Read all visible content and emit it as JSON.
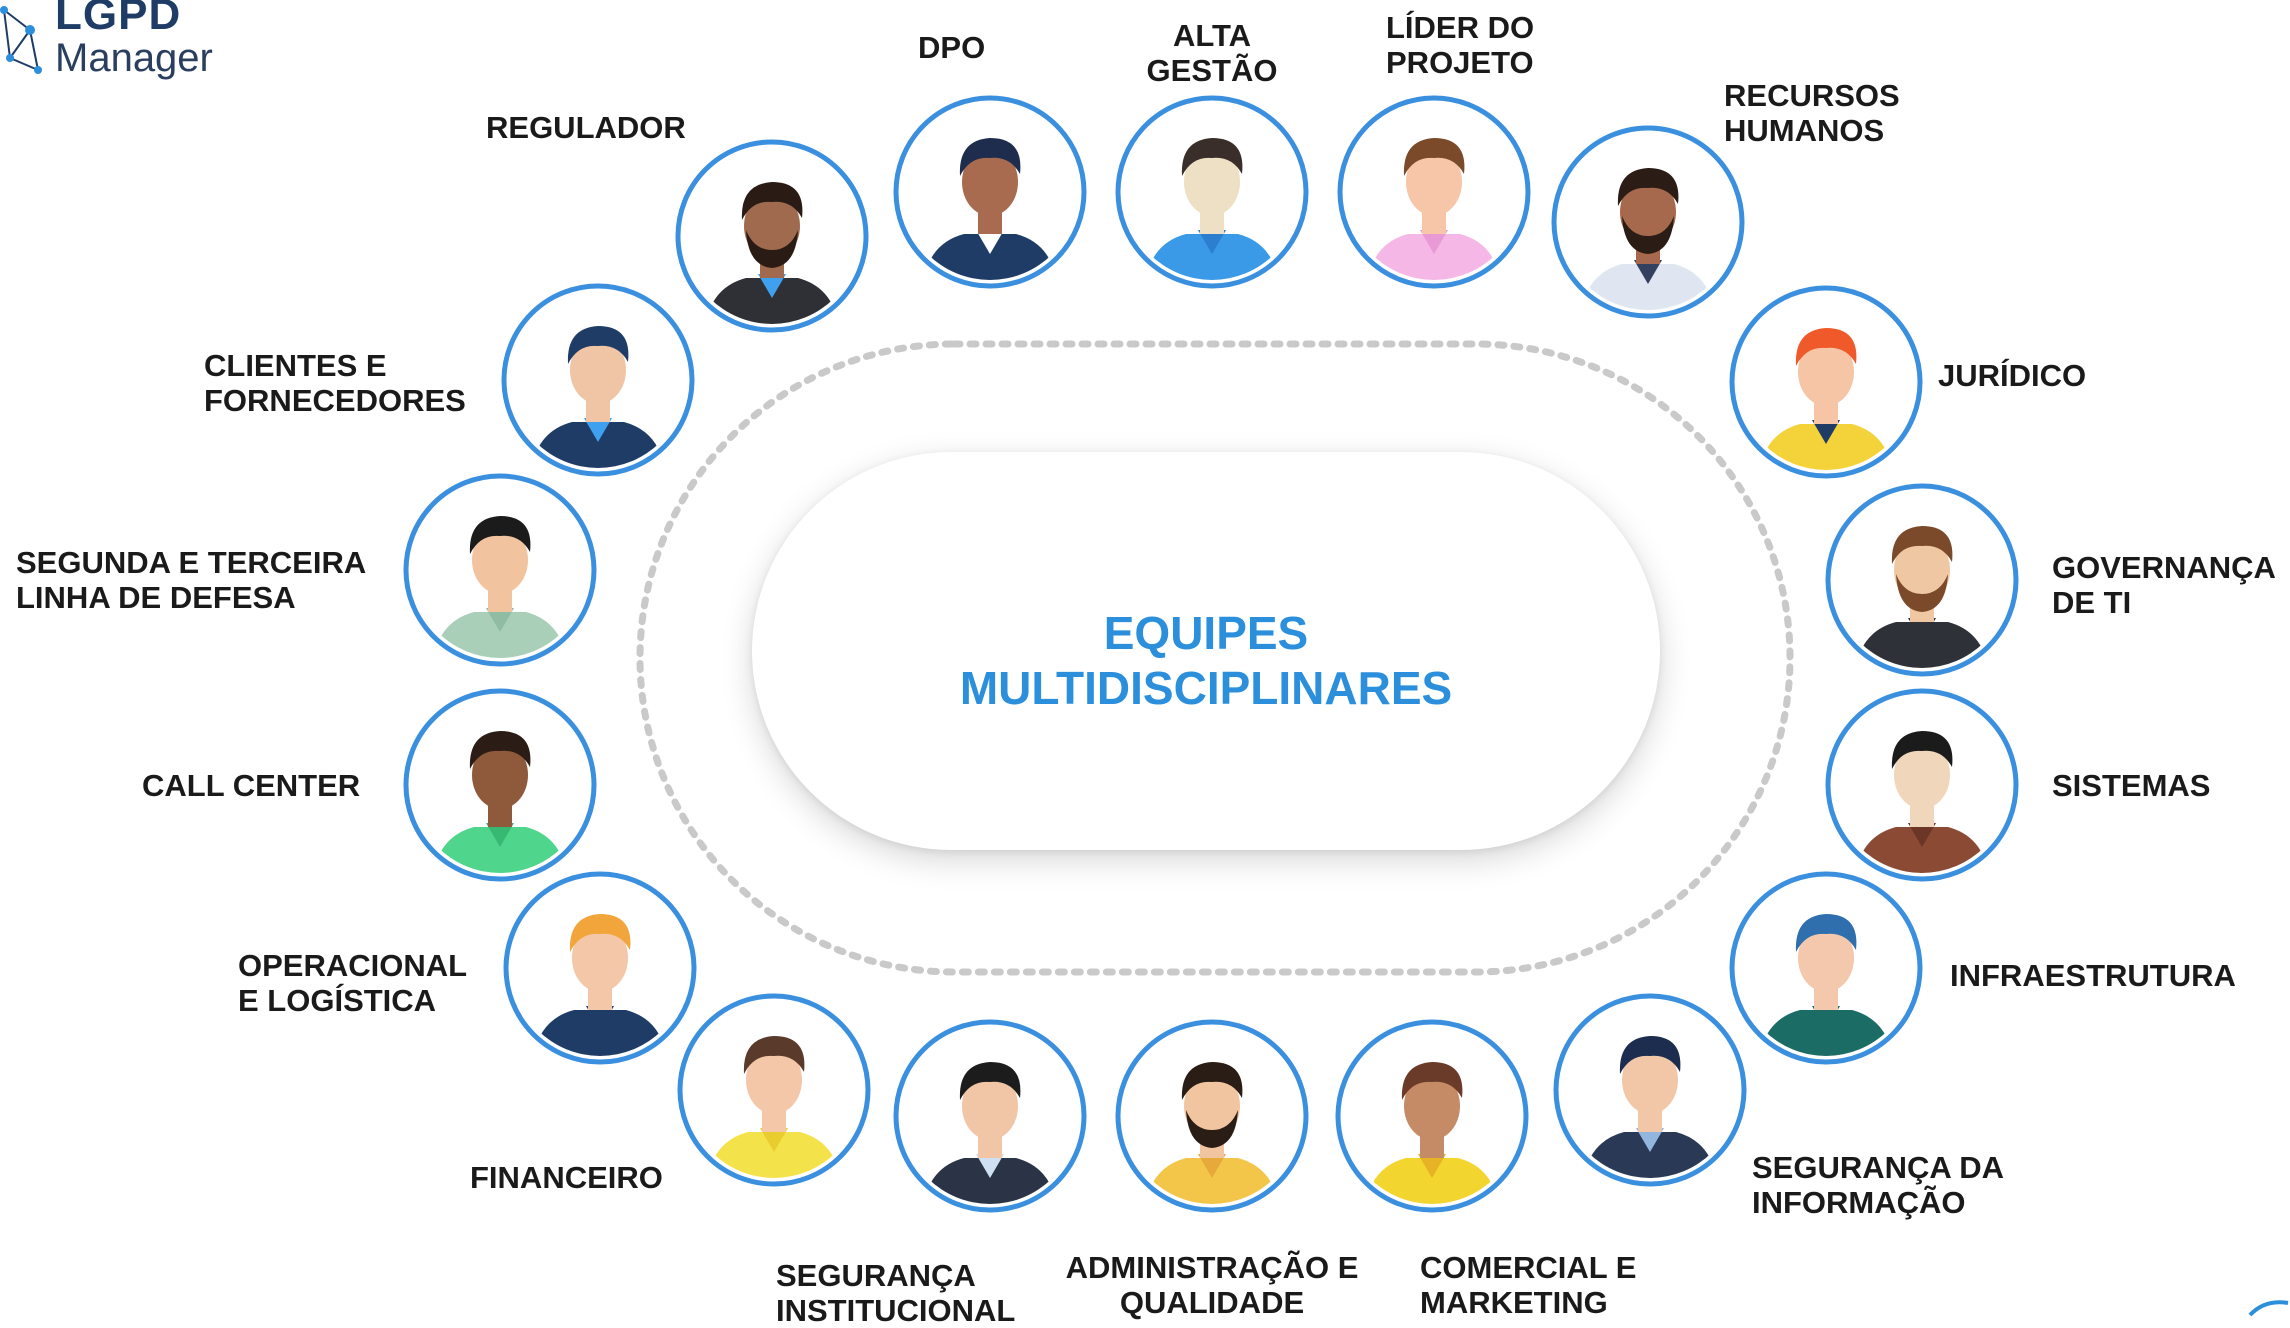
{
  "brand": {
    "line1": "LGPD",
    "line2": "Manager"
  },
  "center": {
    "line1": "EQUIPES",
    "line2": "MULTIDISCIPLINARES"
  },
  "colors": {
    "accent_blue": "#2c8fdc",
    "ring_blue": "#3a8fdf",
    "ring_dots": "#c9c9c9",
    "label_text": "#1a1a1a",
    "logo_navy": "#1f3c67"
  },
  "roles": [
    {
      "key": "dpo",
      "lines": [
        "DPO"
      ],
      "icon": "woman-dark-hair-bun-avatar-icon"
    },
    {
      "key": "alta-gestao",
      "lines": [
        "ALTA",
        "GESTÃO"
      ],
      "icon": "man-blue-shirt-avatar-icon"
    },
    {
      "key": "lider-projeto",
      "lines": [
        "LÍDER DO",
        "PROJETO"
      ],
      "icon": "man-pink-shirt-avatar-icon"
    },
    {
      "key": "recursos-humanos",
      "lines": [
        "RECURSOS",
        "HUMANOS"
      ],
      "icon": "bearded-man-tie-avatar-icon"
    },
    {
      "key": "juridico",
      "lines": [
        "JURÍDICO"
      ],
      "icon": "red-haired-woman-avatar-icon"
    },
    {
      "key": "governanca-ti",
      "lines": [
        "GOVERNANÇA",
        "DE TI"
      ],
      "icon": "bearded-man-dark-shirt-avatar-icon"
    },
    {
      "key": "sistemas",
      "lines": [
        "SISTEMAS"
      ],
      "icon": "man-brown-shirt-avatar-icon"
    },
    {
      "key": "infraestrutura",
      "lines": [
        "INFRAESTRUTURA"
      ],
      "icon": "woman-blue-hair-avatar-icon"
    },
    {
      "key": "seguranca-informacao",
      "lines": [
        "SEGURANÇA DA",
        "INFORMAÇÃO"
      ],
      "icon": "woman-long-dark-hair-avatar-icon"
    },
    {
      "key": "comercial-marketing",
      "lines": [
        "COMERCIAL E",
        "MARKETING"
      ],
      "icon": "two-women-avatar-icon"
    },
    {
      "key": "administracao-qualidade",
      "lines": [
        "ADMINISTRAÇÃO E",
        "QUALIDADE"
      ],
      "icon": "bearded-man-yellow-shirt-avatar-icon"
    },
    {
      "key": "seguranca-institucional",
      "lines": [
        "SEGURANÇA",
        "INSTITUCIONAL"
      ],
      "icon": "man-vest-avatar-icon"
    },
    {
      "key": "financeiro",
      "lines": [
        "FINANCEIRO"
      ],
      "icon": "woman-yellow-top-avatar-icon"
    },
    {
      "key": "operacional-logistica",
      "lines": [
        "OPERACIONAL",
        "E LOGÍSTICA"
      ],
      "icon": "blond-man-avatar-icon"
    },
    {
      "key": "call-center",
      "lines": [
        "CALL CENTER"
      ],
      "icon": "man-green-shirt-avatar-icon"
    },
    {
      "key": "segunda-terceira-linha",
      "lines": [
        "SEGUNDA E TERCEIRA",
        "LINHA DE DEFESA"
      ],
      "icon": "curly-hair-man-avatar-icon"
    },
    {
      "key": "clientes-fornecedores",
      "lines": [
        "CLIENTES E",
        "FORNECEDORES"
      ],
      "icon": "man-quiff-suit-avatar-icon"
    },
    {
      "key": "regulador",
      "lines": [
        "REGULADOR"
      ],
      "icon": "bearded-man-suit-avatar-icon"
    }
  ]
}
